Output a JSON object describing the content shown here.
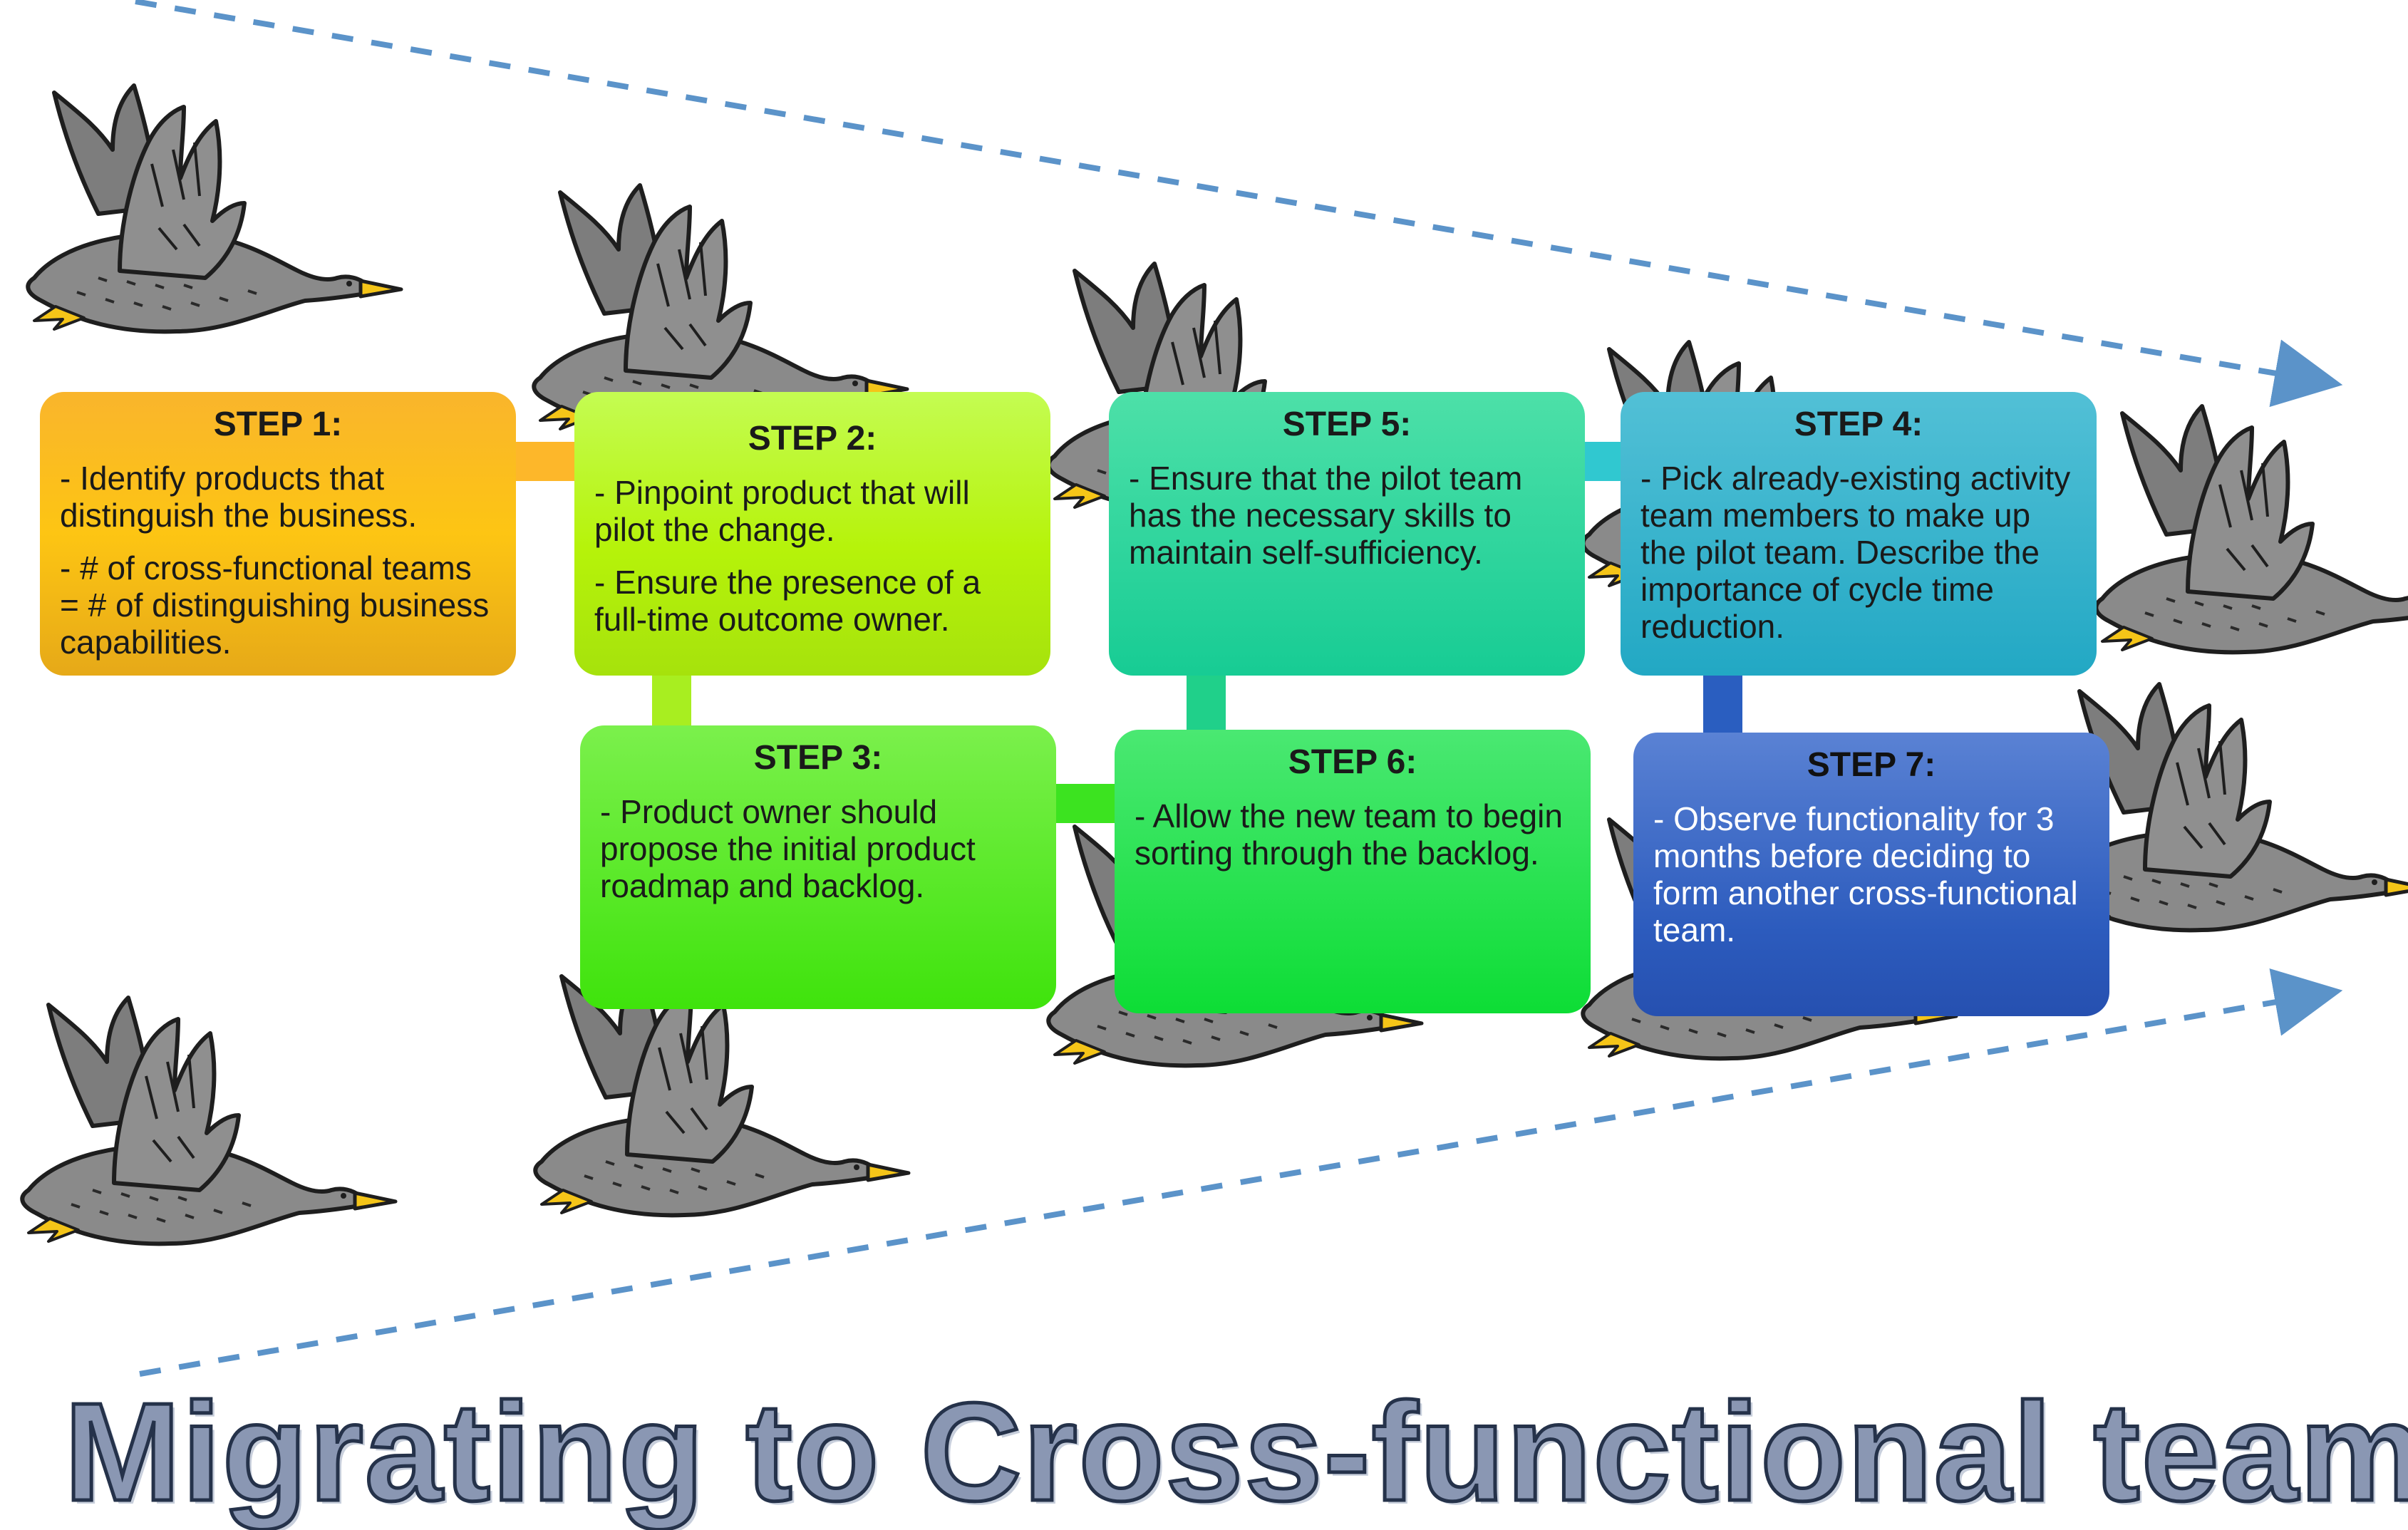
{
  "title": "Migrating to Cross-functional teams",
  "colors": {
    "arrow": "#5b93c9",
    "goose_body": "#8a8a8a",
    "goose_beak": "#f5c518",
    "step1": "#fdc513",
    "step2": "#b6f30a",
    "step3": "#3fe30c",
    "step4": "#22a8c4",
    "step5": "#17cc94",
    "step6": "#0ddd35",
    "step7": "#2c5bbd"
  },
  "steps": {
    "s1": {
      "title": "STEP 1:",
      "lines": [
        "- Identify products that distinguish the business.",
        "- # of cross-functional teams = # of distinguishing business capabilities."
      ]
    },
    "s2": {
      "title": "STEP 2:",
      "lines": [
        "- Pinpoint product that will pilot the change.",
        "- Ensure the presence of a full-time outcome owner."
      ]
    },
    "s3": {
      "title": "STEP 3:",
      "lines": [
        "- Product owner should propose the initial product roadmap and backlog."
      ]
    },
    "s4": {
      "title": "STEP 4:",
      "lines": [
        "- Pick already-existing activity team members to make up the pilot team. Describe the importance of cycle time reduction."
      ]
    },
    "s5": {
      "title": "STEP 5:",
      "lines": [
        "- Ensure that the pilot team has the necessary skills to maintain self-sufficiency."
      ]
    },
    "s6": {
      "title": "STEP 6:",
      "lines": [
        "- Allow the new team to begin sorting through the backlog."
      ]
    },
    "s7": {
      "title": "STEP 7:",
      "lines": [
        "- Observe functionality for 3 months before deciding to form another cross-functional team."
      ]
    }
  },
  "icons": [
    "goose-icon",
    "dashed-arrow"
  ]
}
